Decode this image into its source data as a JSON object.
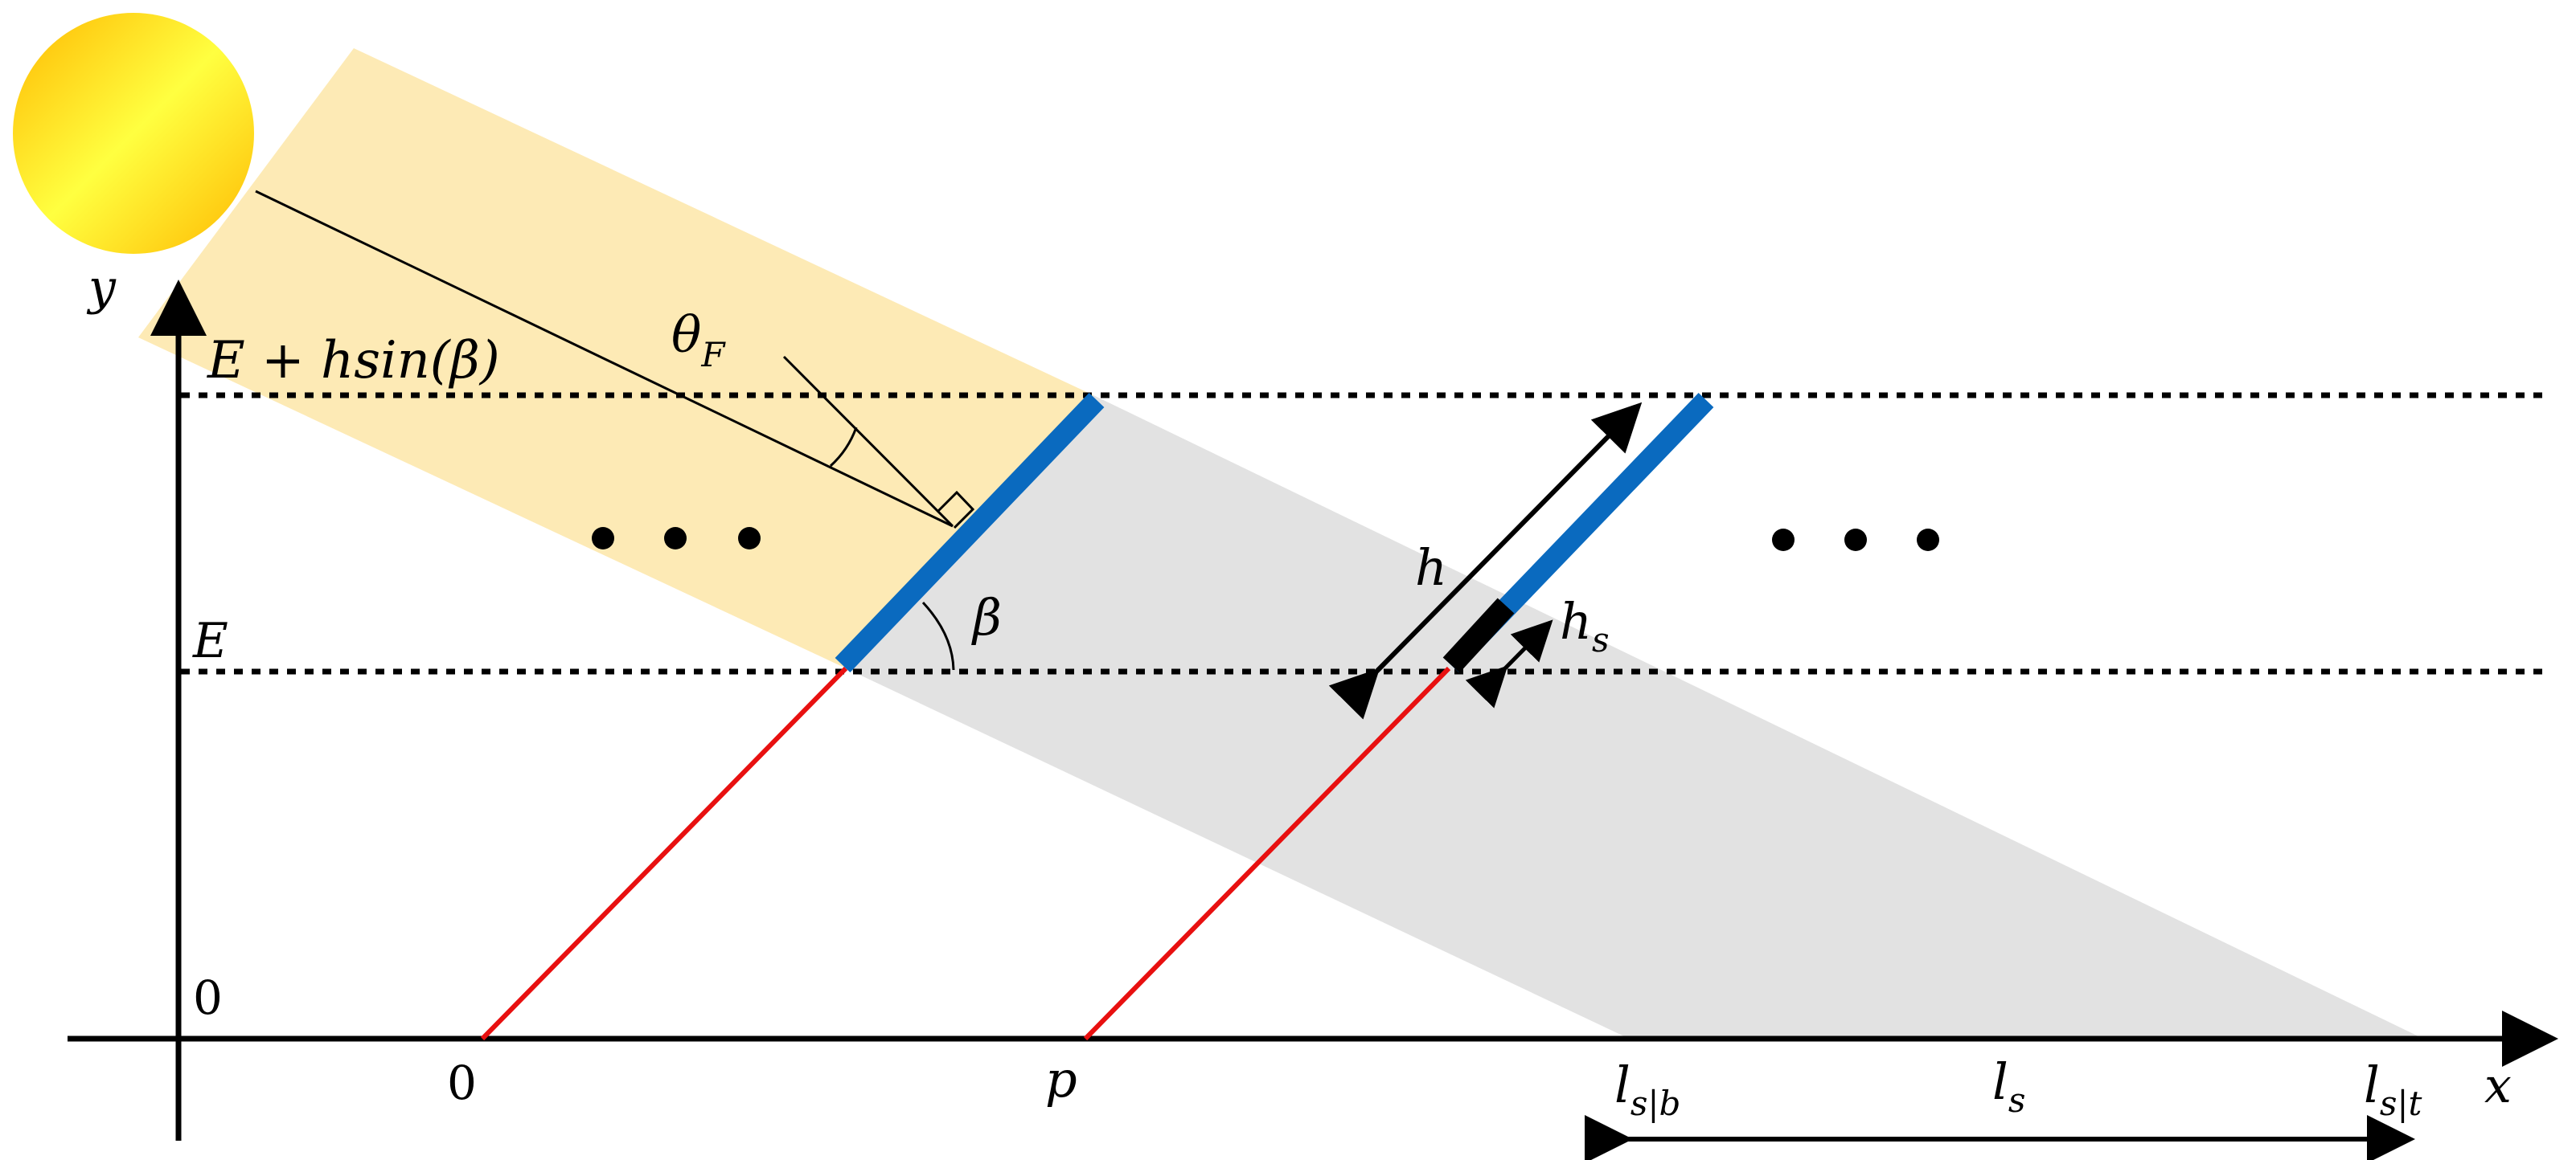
{
  "labels": {
    "y_axis": "y",
    "x_axis": "x",
    "upper_level_prefix": "E + hsin(",
    "upper_level_beta": "β",
    "upper_level_suffix": ")",
    "lower_level": "E",
    "origin_y": "0",
    "origin_x": "0",
    "pitch": "p",
    "theta": "θ",
    "theta_sub": "F",
    "beta": "β",
    "h": "h",
    "hs": "h",
    "hs_sub": "s",
    "ls_b_main": "l",
    "ls_b_sub": "s|b",
    "ls": "l",
    "ls_sub": "s",
    "ls_t_main": "l",
    "ls_t_sub": "s|t"
  },
  "colors": {
    "sun_inner": "#ffff40",
    "sun_outer": "#ffc000",
    "sunlight_band": "#fdeab5",
    "shadow_band": "#e2e2e2",
    "panel": "#0a6abf",
    "shaded_panel_part": "#000000",
    "support_line": "#e81010",
    "axis": "#000000"
  }
}
